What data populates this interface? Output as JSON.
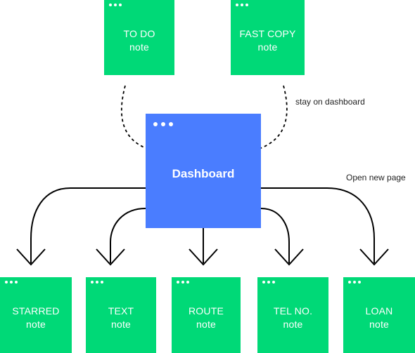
{
  "dashboard": {
    "label": "Dashboard"
  },
  "top_notes": [
    {
      "title": "TO DO",
      "subtitle": "note"
    },
    {
      "title": "FAST COPY",
      "subtitle": "note"
    }
  ],
  "bottom_notes": [
    {
      "title": "STARRED",
      "subtitle": "note"
    },
    {
      "title": "TEXT",
      "subtitle": "note"
    },
    {
      "title": "ROUTE",
      "subtitle": "note"
    },
    {
      "title": "TEL NO.",
      "subtitle": "note"
    },
    {
      "title": "LOAN",
      "subtitle": "note"
    }
  ],
  "annotations": {
    "stay": "stay on dashboard",
    "open": "Open new page"
  },
  "colors": {
    "note": "#00d977",
    "dashboard": "#4a7dff",
    "connector": "#000000"
  }
}
